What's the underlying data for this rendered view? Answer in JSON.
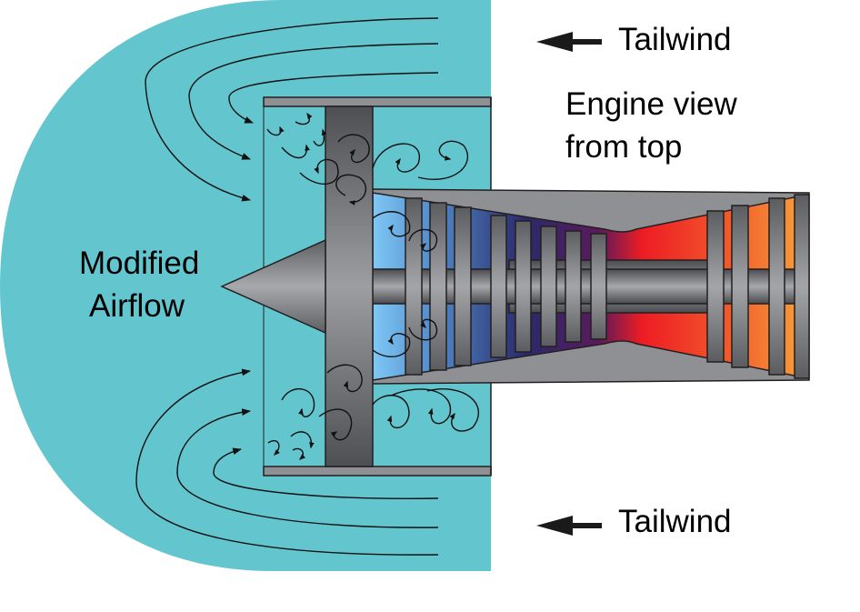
{
  "diagram": {
    "title": "Engine view from top",
    "labels": {
      "tailwind_top": "Tailwind",
      "tailwind_bottom": "Tailwind",
      "view_line1": "Engine view",
      "view_line2": "from top",
      "airflow_line1": "Modified",
      "airflow_line2": "Airflow"
    },
    "colors": {
      "airflow_region": "#63c6cf",
      "engine_metal": "#8f9094",
      "fan_blade": "#5b5c5f",
      "outline": "#231f20",
      "intake_light_blue": "#7ec8f6",
      "compressor_dark_blue": "#2a2a6a",
      "combustor_red": "#ed1c24",
      "exhaust_orange": "#f7a23b",
      "arrow": "#1a1a1a"
    },
    "components": [
      "airflow-region",
      "nacelle",
      "fan",
      "nose-cone",
      "compressor",
      "combustor",
      "turbine",
      "shaft",
      "tailwind-arrows",
      "recirculation-vortices"
    ]
  }
}
